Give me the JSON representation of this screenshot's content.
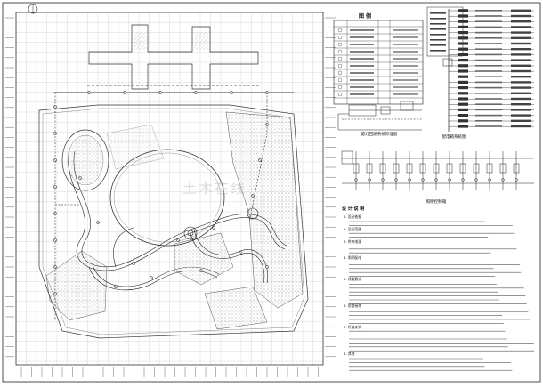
{
  "legend": {
    "title": "图 例"
  },
  "diagrams": {
    "lighting_system_title": "庭灯回路系统原理图",
    "control_title": "照明控制箱",
    "distribution_title": "配电箱系统图"
  },
  "notes": {
    "title": "设 计 说 明",
    "items": [
      "1. 设计依据",
      "2. 设计范围",
      "3. 供电电源",
      "4. 照明配电",
      "5. 线路敷设",
      "6. 防雷接地",
      "7. 灯具安装",
      "8. 其他"
    ]
  },
  "colors": {
    "line": "#1a1a1a",
    "hatch": "#8a8a8a",
    "grid": "#c8c8c8",
    "watermark": "#bfbfbf"
  },
  "watermark": "土木在线"
}
